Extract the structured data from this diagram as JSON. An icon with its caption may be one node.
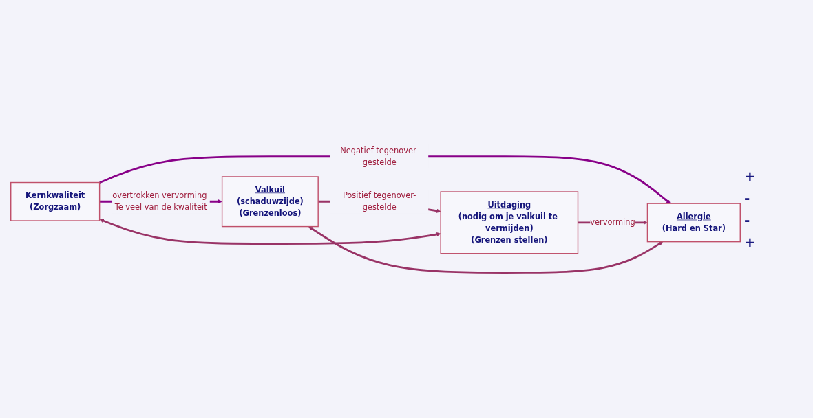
{
  "diagram": {
    "nodes": [
      {
        "text": [
          "Kernkwaliteit",
          "(Zorgzaam)"
        ]
      },
      {
        "text": [
          "Valkuil",
          "(schaduwzijde)",
          "(Grenzenloos)"
        ]
      },
      {
        "text": [
          "Allergie",
          "(Hard en Star)"
        ]
      },
      {
        "text": [
          "Uitdaging",
          "(nodig om je valkuil te vermijden)",
          "(Grenzen stellen)"
        ]
      }
    ],
    "edges": [
      {
        "from": 0,
        "to": 1,
        "arrow": "to",
        "label": "overtrokken vervorming Te veel van de kwaliteit",
        "color": "#880088"
      },
      {
        "from": 0,
        "to": 2,
        "arrow": "to",
        "label": "Negatief tegenover-gestelde",
        "color": "#880088"
      },
      {
        "from": 1,
        "to": 3,
        "arrow": "to",
        "label": "Positief tegenover-gestelde"
      },
      {
        "from": 3,
        "to": 2,
        "arrow": "to",
        "label": "vervorming"
      },
      {
        "from": 0,
        "to": 3,
        "arrow": "both"
      },
      {
        "from": 1,
        "to": 2,
        "arrow": "both"
      }
    ],
    "labels": [
      "+",
      "-",
      "-",
      "+"
    ]
  }
}
